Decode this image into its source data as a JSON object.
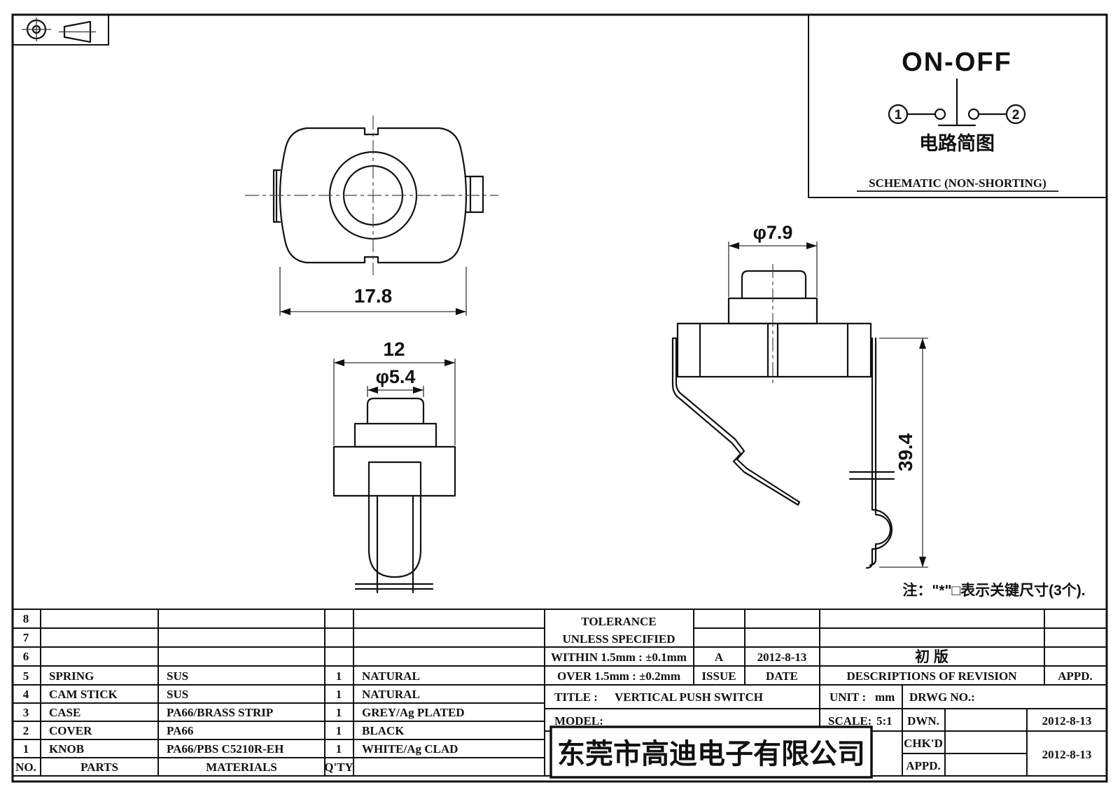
{
  "drawing": {
    "note": "注：\"*\"□表示关键尺寸(3个).",
    "dimensions": {
      "top_width": "17.8",
      "front_width": "12",
      "front_knob_dia": "φ5.4",
      "side_knob_dia": "φ7.9",
      "side_height": "39.4"
    },
    "schematic": {
      "function_label": "ON-OFF",
      "terminal_left": "1",
      "terminal_right": "2",
      "caption_cn": "电路简图",
      "caption_en": "SCHEMATIC (NON-SHORTING)"
    }
  },
  "parts_table": {
    "header": {
      "no": "NO.",
      "parts": "PARTS",
      "materials": "MATERIALS",
      "qty": "Q'TY",
      "finish": ""
    },
    "rows": [
      {
        "no": "8",
        "part": "",
        "material": "",
        "qty": "",
        "finish": ""
      },
      {
        "no": "7",
        "part": "",
        "material": "",
        "qty": "",
        "finish": ""
      },
      {
        "no": "6",
        "part": "",
        "material": "",
        "qty": "",
        "finish": ""
      },
      {
        "no": "5",
        "part": "SPRING",
        "material": "SUS",
        "qty": "1",
        "finish": "NATURAL"
      },
      {
        "no": "4",
        "part": "CAM STICK",
        "material": "SUS",
        "qty": "1",
        "finish": "NATURAL"
      },
      {
        "no": "3",
        "part": "CASE",
        "material": "PA66/BRASS STRIP",
        "qty": "1",
        "finish": "GREY/Ag PLATED"
      },
      {
        "no": "2",
        "part": "COVER",
        "material": "PA66",
        "qty": "1",
        "finish": "BLACK"
      },
      {
        "no": "1",
        "part": "KNOB",
        "material": "PA66/PBS C5210R-EH",
        "qty": "1",
        "finish": "WHITE/Ag CLAD"
      }
    ]
  },
  "tolerance_block": {
    "title_line1": "TOLERANCE",
    "title_line2": "UNLESS  SPECIFIED",
    "within": "WITHIN 1.5mm : ±0.1mm",
    "over": "OVER 1.5mm : ±0.2mm",
    "issue_value": "A",
    "issue_label": "ISSUE",
    "date_value": "2012-8-13",
    "date_label": "DATE",
    "revision_value": "初 版",
    "revision_label": "DESCRIPTIONS OF REVISION",
    "appd_label": "APPD."
  },
  "title_block": {
    "title_label": "TITLE :",
    "title_value": "VERTICAL PUSH SWITCH",
    "unit_label": "UNIT :",
    "unit_value": "mm",
    "drwg_no_label": "DRWG NO.:",
    "model_label": "MODEL:",
    "scale_label": "SCALE:",
    "scale_value": "5:1",
    "company": "东莞市高迪电子有限公司",
    "dwn_label": "DWN.",
    "dwn_date": "2012-8-13",
    "chkd_label": "CHK'D",
    "chkd_date": "2012-8-13",
    "appd_label": "APPD."
  }
}
